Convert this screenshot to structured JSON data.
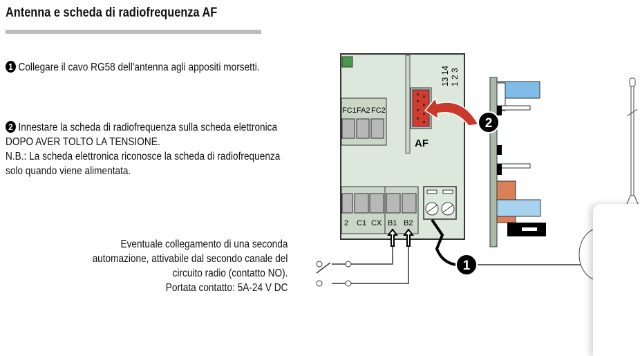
{
  "title": "Antenna e scheda di radiofrequenza AF",
  "steps": [
    {
      "number": "1",
      "text": "Collegare il cavo RG58 dell'antenna agli appositi morsetti."
    },
    {
      "number": "2",
      "text_line1": "Innestare la scheda di radiofrequenza sulla scheda elettronica DOPO AVER TOLTO LA TENSIONE.",
      "text_line2": "N.B.: La scheda elettronica riconosce la scheda di radiofrequenza solo quando viene alimentata."
    }
  ],
  "note": {
    "lines": [
      "Eventuale collegamento di una seconda",
      "automazione, attivabile dal secondo canale del",
      "circuito radio (contatto NO).",
      "Portata contatto: 5A-24 V DC"
    ]
  },
  "diagram": {
    "connector_label": "AF",
    "top_terminals": [
      "FC1",
      "FA2",
      "FC2"
    ],
    "bottom_terminals": [
      "2",
      "C1",
      "CX",
      "B1",
      "B2"
    ],
    "pin_numbers_row1": "13 14",
    "pin_numbers_row2": "1 2 3",
    "callout_1": "1",
    "callout_2": "2",
    "colors": {
      "board": "#dde8dc",
      "connector": "#d23a2e",
      "blue": "#7fbde8",
      "copper": "#d9805a",
      "card_edge": "#a9bca9"
    }
  }
}
